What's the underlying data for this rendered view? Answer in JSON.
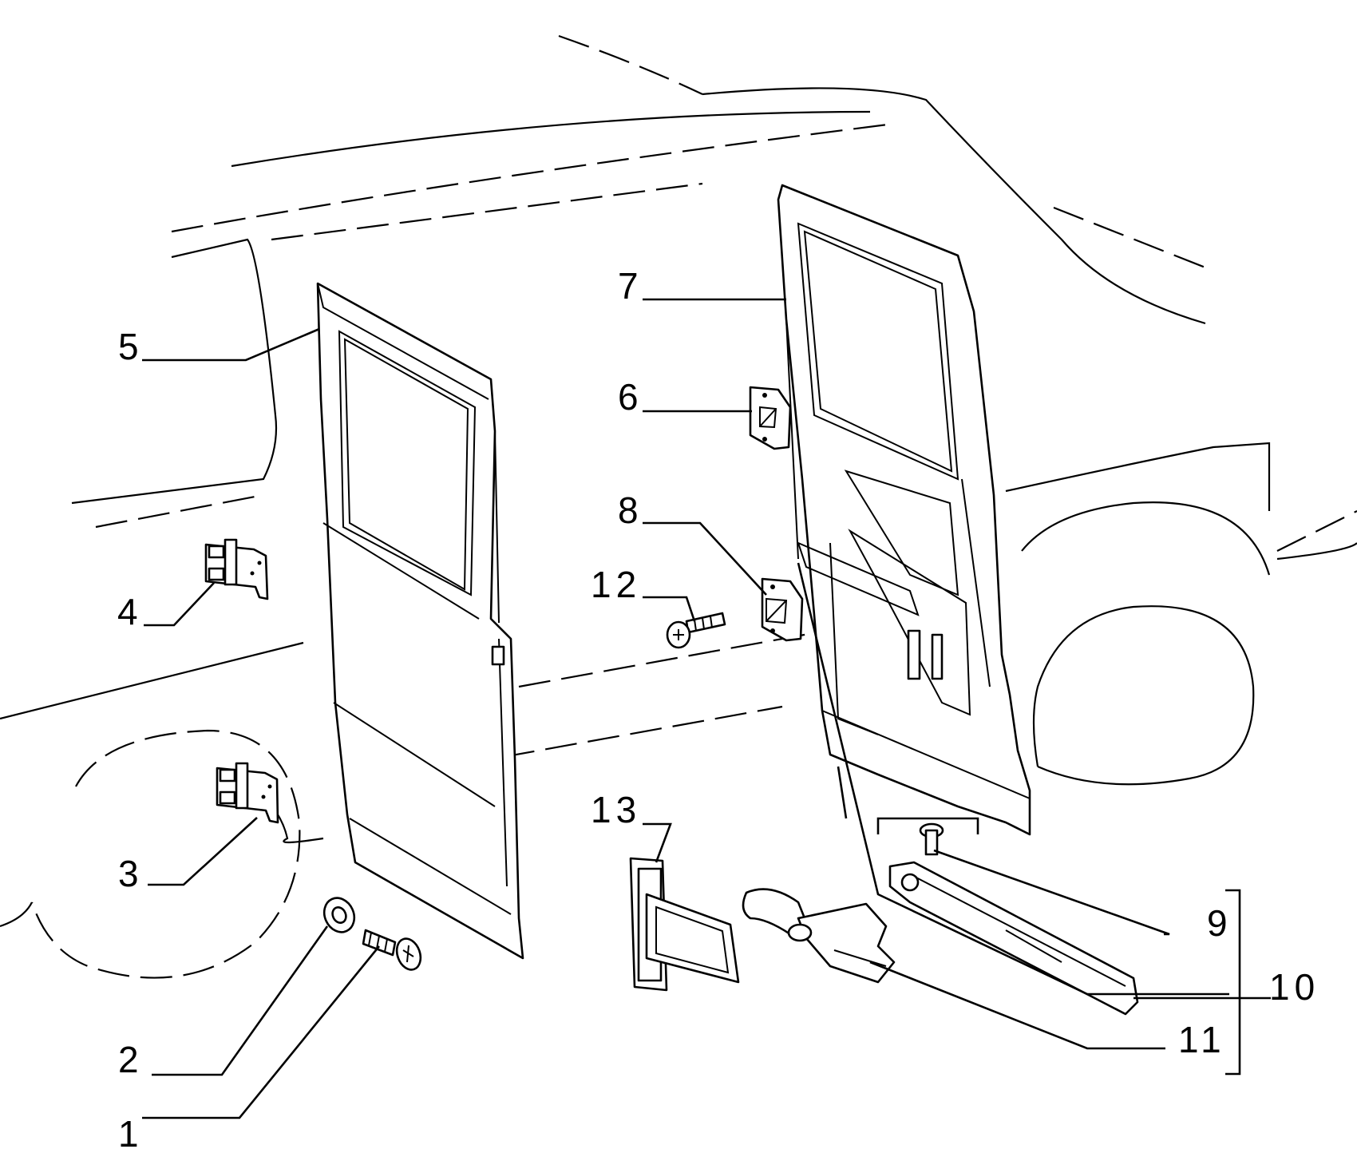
{
  "callouts": [
    {
      "id": "1",
      "text": "1"
    },
    {
      "id": "2",
      "text": "2"
    },
    {
      "id": "3",
      "text": "3"
    },
    {
      "id": "4",
      "text": "4"
    },
    {
      "id": "5",
      "text": "5"
    },
    {
      "id": "6",
      "text": "6"
    },
    {
      "id": "7",
      "text": "7"
    },
    {
      "id": "8",
      "text": "8"
    },
    {
      "id": "9",
      "text": "9"
    },
    {
      "id": "10",
      "text": "10"
    },
    {
      "id": "11",
      "text": "11"
    },
    {
      "id": "12",
      "text": "12"
    },
    {
      "id": "13",
      "text": "13"
    }
  ]
}
